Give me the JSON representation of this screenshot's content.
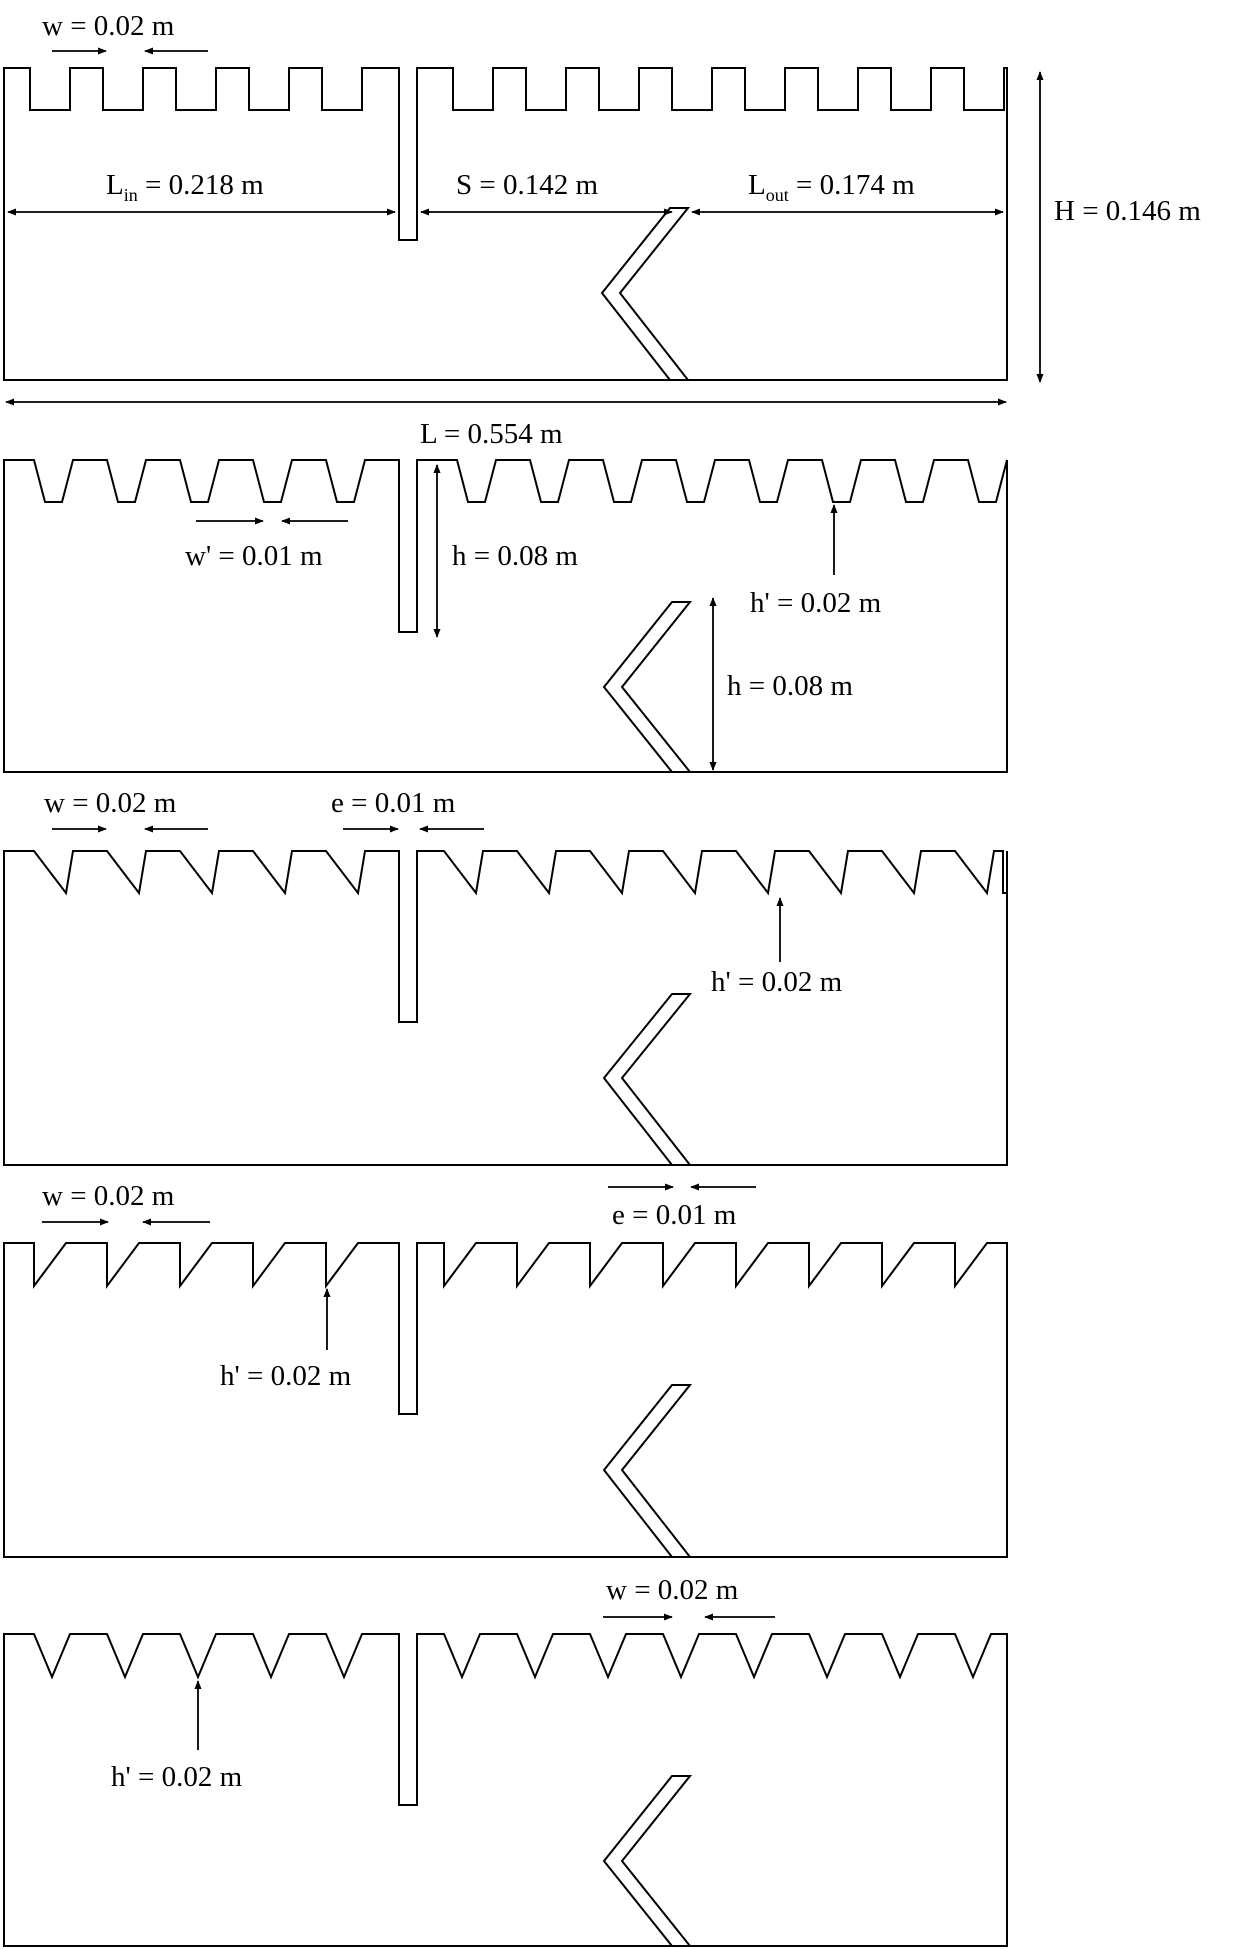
{
  "panel1": {
    "w": "w = 0.02 m",
    "lin_main": "L",
    "lin_sub": "in",
    "lin_rest": " = 0.218 m",
    "s": "S = 0.142 m",
    "lout_main": "L",
    "lout_sub": "out",
    "lout_rest": " = 0.174 m",
    "H": "H = 0.146 m",
    "L": "L = 0.554 m"
  },
  "panel2": {
    "wprime": "w' = 0.01 m",
    "h_baffle": "h = 0.08 m",
    "hprime": "h' = 0.02 m",
    "h_vane": "h = 0.08 m"
  },
  "panel3": {
    "w": "w = 0.02 m",
    "e": "e = 0.01 m",
    "hprime": "h' = 0.02 m"
  },
  "panel4": {
    "w": "w = 0.02 m",
    "e": "e = 0.01 m",
    "hprime": "h' = 0.02 m"
  },
  "panel5": {
    "w": "w = 0.02 m",
    "hprime": "h' = 0.02 m"
  }
}
